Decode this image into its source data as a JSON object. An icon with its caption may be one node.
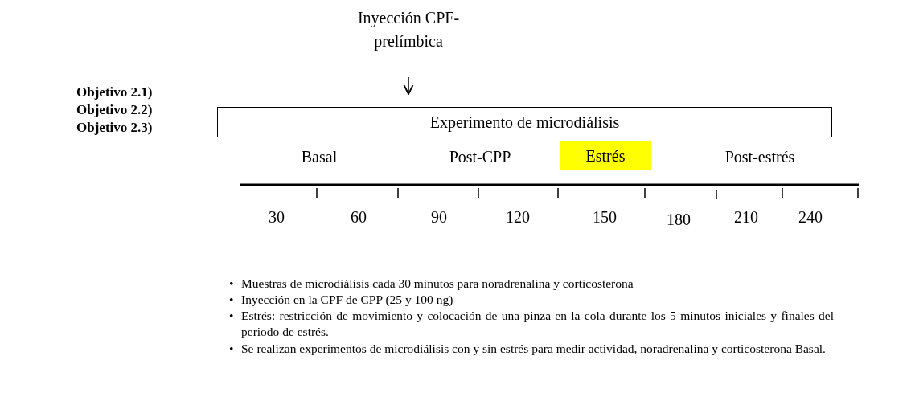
{
  "diagram": {
    "nodes": [
      {
        "text": [
          "Inyección CPF- prelímbica"
        ]
      },
      {
        "text": [
          "Experimento de microdiálisis"
        ]
      },
      {
        "text": [
          "Estrés"
        ]
      }
    ],
    "edges": [
      {
        "from": 0,
        "to": 1,
        "arrow": "to"
      }
    ],
    "labels": [
      "Objetivo 2.1)",
      "Objetivo 2.2)",
      "Objetivo 2.3)",
      "Basal",
      "Post-CPP",
      "Post-estrés",
      "30",
      "60",
      "90",
      "120",
      "150",
      "180",
      "210",
      "240",
      "•",
      "Muestras de microdiálisis cada 30 minutos para noradrenalina y corticosterona",
      "•",
      "Inyección en la CPF de CPP (25 y 100 ng)",
      "•",
      "Estrés: restricción de movimiento y colocación de una pinza en la cola durante los 5 minutos iniciales y finales del periodo de estrés.",
      "•",
      "Se realizan experimentos de microdiálisis con y sin estrés  para medir actividad, noradrenalina y corticosterona Basal."
    ]
  }
}
